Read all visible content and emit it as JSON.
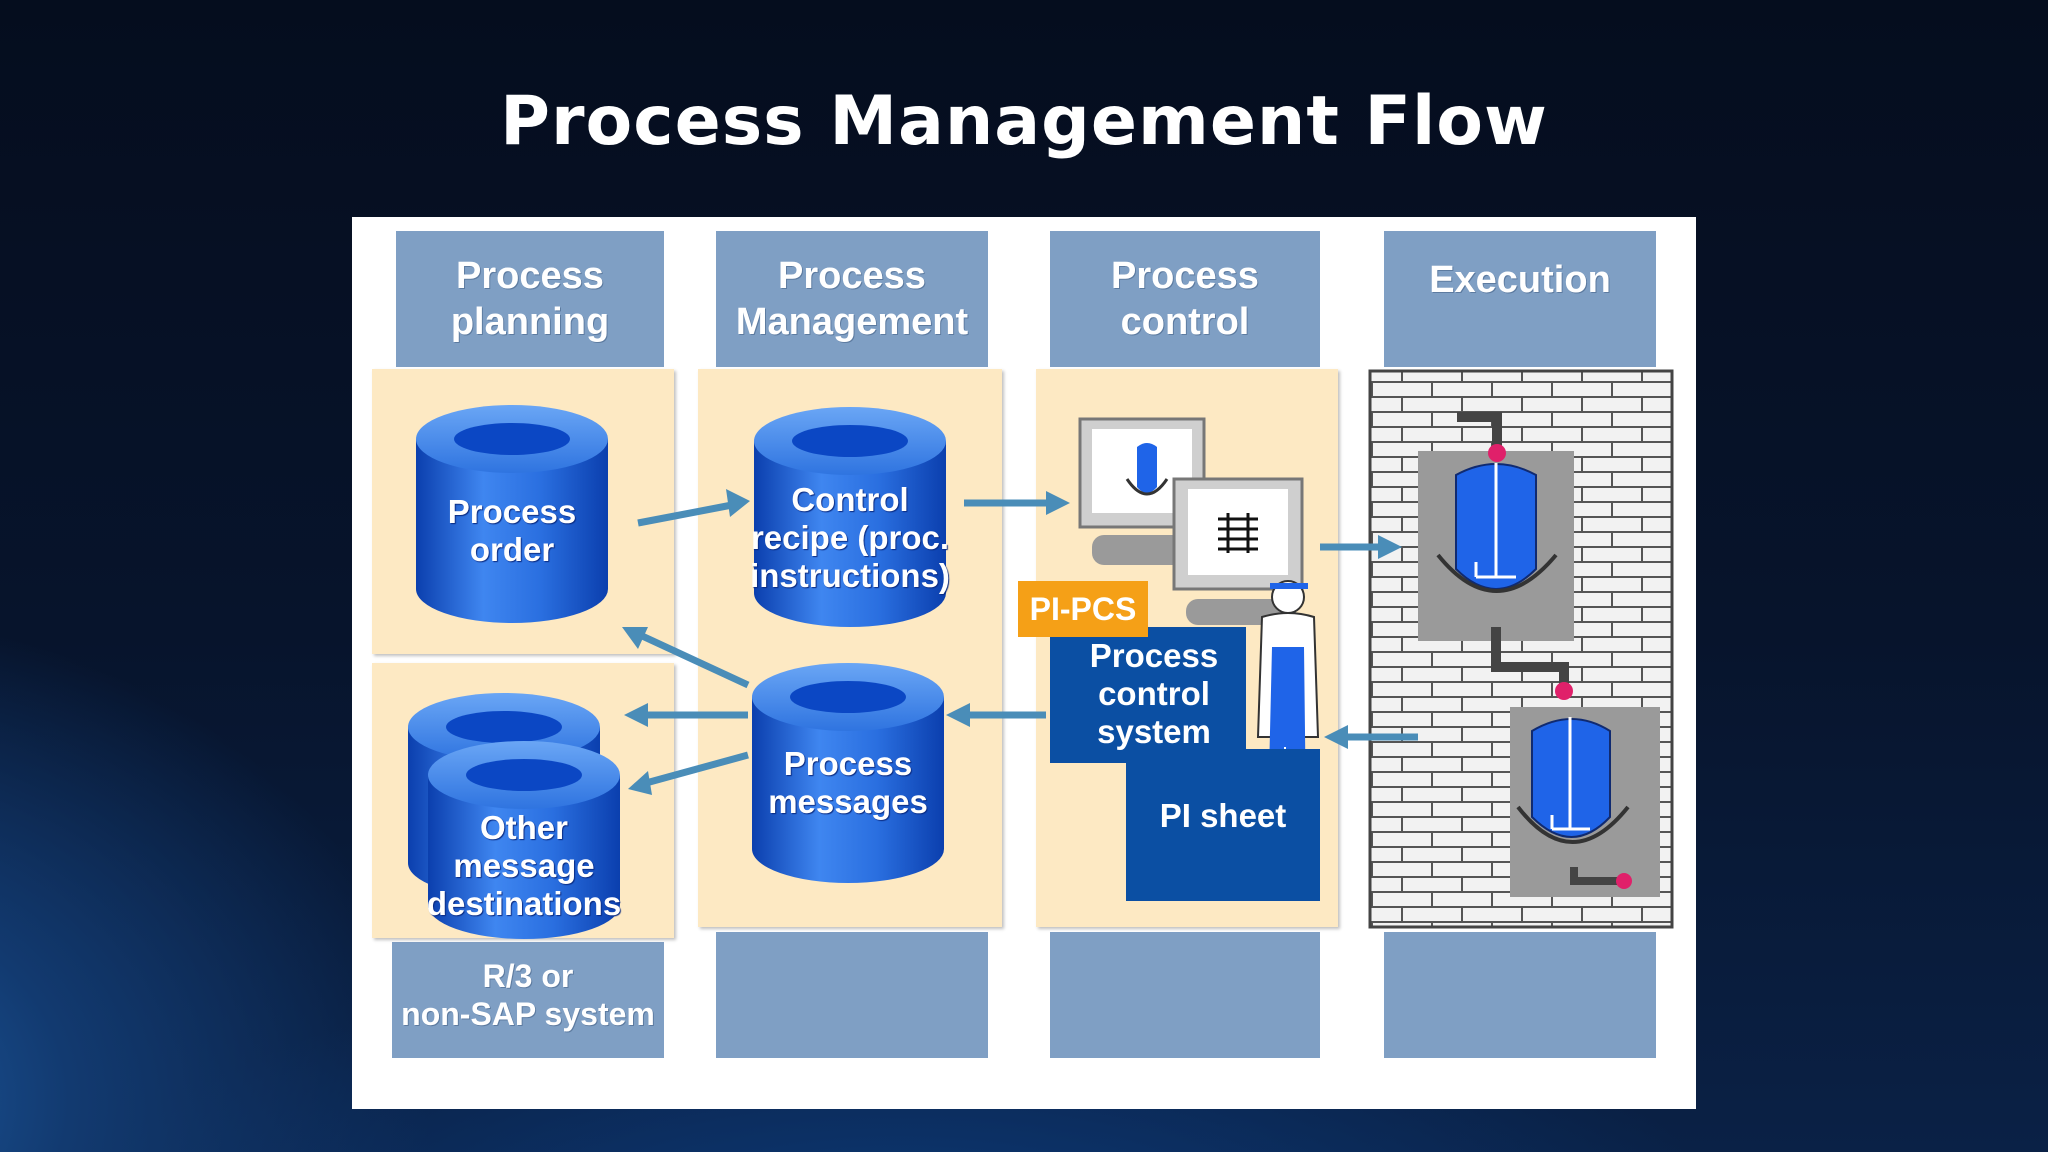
{
  "slide": {
    "title": "Process Management Flow"
  },
  "columns": [
    {
      "header": "Process\nplanning",
      "footer": "R/3 or\nnon-SAP system"
    },
    {
      "header": "Process\nManagement",
      "footer": ""
    },
    {
      "header": "Process\ncontrol",
      "footer": ""
    },
    {
      "header": "Execution",
      "footer": ""
    }
  ],
  "nodes": {
    "process_order": "Process\norder",
    "control_recipe": "Control\nrecipe (proc.\ninstructions)",
    "process_messages": "Process\nmessages",
    "other_destinations": "Other\nmessage\ndestinations",
    "pi_pcs": "PI-PCS",
    "process_control_system": "Process\ncontrol\nsystem",
    "pi_sheet": "PI sheet"
  },
  "icons": [
    "database-cylinder-icon",
    "computer-monitor-icon",
    "operator-worker-icon",
    "reactor-vessel-icon",
    "brick-wall-icon",
    "flow-arrow-icon"
  ],
  "colors": {
    "header_blue": "#7f9fc4",
    "zone_cream": "#fde9c3",
    "cylinder_blue": "#1f64d8",
    "dark_box_blue": "#0b4fa3",
    "badge_orange": "#f5a017",
    "arrow_blue": "#4a8db8"
  }
}
